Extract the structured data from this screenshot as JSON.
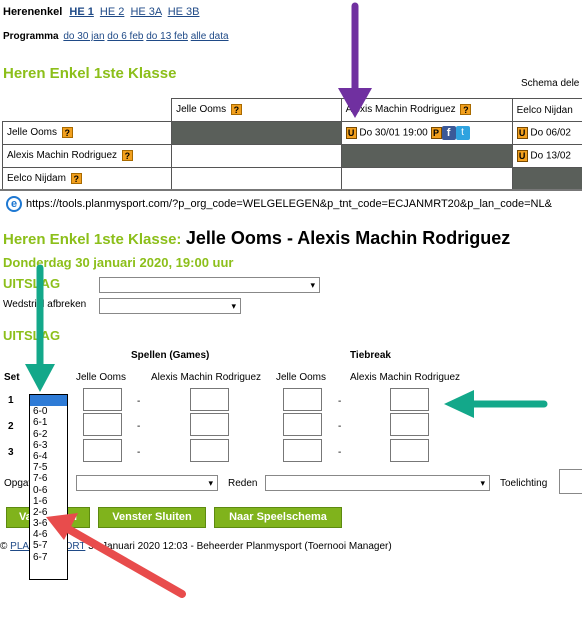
{
  "nav": {
    "category_label": "Herenenkel",
    "tabs": [
      "HE 1",
      "HE 2",
      "HE 3A",
      "HE 3B"
    ],
    "programma_label": "Programma",
    "programma_links": [
      "do 30 jan",
      "do 6 feb",
      "do 13 feb",
      "alle data"
    ]
  },
  "section_title": "Heren Enkel 1ste Klasse",
  "schema_link": "Schema dele",
  "schema": {
    "col_headers": [
      "Jelle Ooms",
      "Alexis Machin Rodriguez",
      "Eelco Nijdan"
    ],
    "rows": [
      {
        "name": "Jelle Ooms",
        "cells": [
          "",
          "Do 30/01 19:00",
          "Do 06/02"
        ]
      },
      {
        "name": "Alexis Machin Rodriguez",
        "cells": [
          "",
          "",
          "Do 13/02"
        ]
      },
      {
        "name": "Eelco Nijdam",
        "cells": [
          "",
          "",
          ""
        ]
      }
    ],
    "badge_u": "U",
    "badge_p": "P",
    "qmark": "?",
    "fb": "f",
    "tw": "t"
  },
  "address_bar": {
    "url": "https://tools.planmysport.com/?p_org_code=WELGELEGEN&p_tnt_code=ECJANMRT20&p_lan_code=NL&"
  },
  "match": {
    "category": "Heren Enkel 1ste Klasse:",
    "players": "Jelle Ooms - Alexis Machin Rodriguez",
    "datetime": "Donderdag 30 januari 2020, 19:00 uur"
  },
  "form": {
    "uitslag_heading_1": "UITSLAG",
    "wedstrijd_afbreken": "Wedstrijd afbreken",
    "uitslag_heading_2": "UITSLAG",
    "games_header": "Spellen (Games)",
    "tiebreak_header": "Tiebreak",
    "set_label": "Set",
    "col_player1": "Jelle Ooms",
    "col_player2": "Alexis Machin Rodriguez",
    "col_player1_tb": "Jelle Ooms",
    "col_player2_tb": "Alexis Machin Rodriguez",
    "set_numbers": [
      "1",
      "2",
      "3"
    ],
    "dash": "-",
    "opgave_label": "Opgave door",
    "reden_label": "Reden",
    "toelichting_label": "Toelichting",
    "dropdown_options": [
      "",
      "6-0",
      "6-1",
      "6-2",
      "6-3",
      "6-4",
      "7-5",
      "7-6",
      "0-6",
      "1-6",
      "2-6",
      "3-6",
      "4-6",
      "5-7",
      "6-7"
    ]
  },
  "buttons": {
    "save": "Vastleggen",
    "close": "Venster Sluiten",
    "schema": "Naar Speelschema"
  },
  "footer": {
    "copyright": "©",
    "brand_link": "PLANMYSPORT",
    "text": "30 Januari 2020 12:03 - Beheerder Planmysport (Toernooi Manager)"
  },
  "annotation_colors": {
    "purple": "#7030a0",
    "teal": "#13a88a",
    "red": "#e84c4c"
  }
}
